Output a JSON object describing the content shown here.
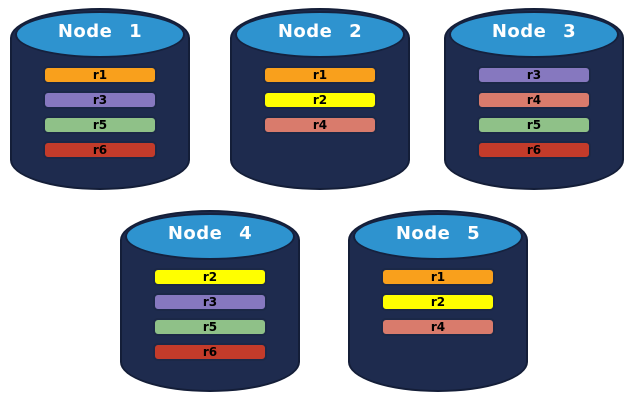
{
  "diagram": {
    "background_color": "#ffffff",
    "cylinder_body_color": "#1E2B4E",
    "cylinder_outline_color": "#141E38",
    "cylinder_top_color": "#2E93CF",
    "bar_border_color": "#1B2847",
    "bar_text_color": "#000000",
    "label_text_color": "#ffffff"
  },
  "replica_colors": {
    "r1": "#F9A01C",
    "r2": "#FFFF00",
    "r3": "#8678BF",
    "r4": "#D97B6C",
    "r5": "#8FC188",
    "r6": "#C33B2A"
  },
  "nodes": [
    {
      "label": "Node 1",
      "replicas": [
        "r1",
        "r3",
        "r5",
        "r6"
      ]
    },
    {
      "label": "Node 2",
      "replicas": [
        "r1",
        "r2",
        "r4"
      ]
    },
    {
      "label": "Node 3",
      "replicas": [
        "r3",
        "r4",
        "r5",
        "r6"
      ]
    },
    {
      "label": "Node 4",
      "replicas": [
        "r2",
        "r3",
        "r5",
        "r6"
      ]
    },
    {
      "label": "Node 5",
      "replicas": [
        "r1",
        "r2",
        "r4"
      ]
    }
  ]
}
